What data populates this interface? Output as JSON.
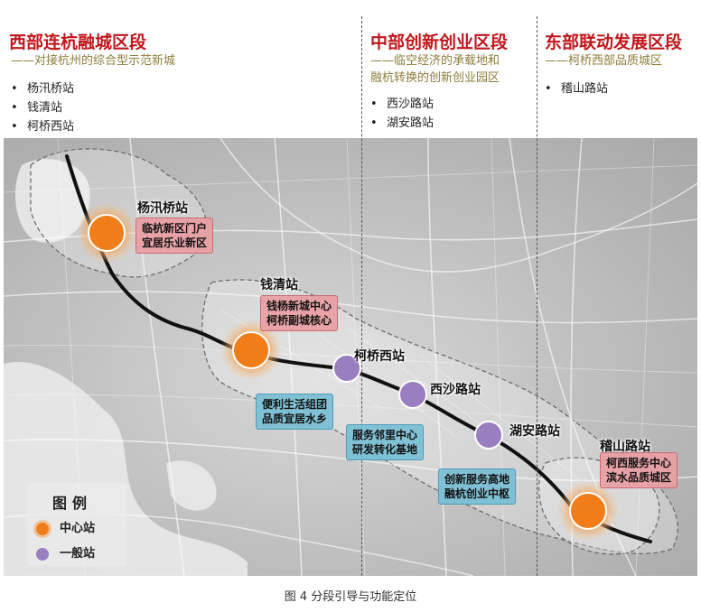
{
  "sections": [
    {
      "title": "西部连杭融城区段",
      "subtitle": [
        "——对接杭州的综合型示范新城"
      ],
      "stations": [
        "杨汛桥站",
        "钱清站",
        "柯桥西站"
      ]
    },
    {
      "title": "中部创新创业区段",
      "subtitle": [
        "——临空经济的承载地和",
        "融杭转换的创新创业园区"
      ],
      "stations": [
        "西沙路站",
        "湖安路站"
      ]
    },
    {
      "title": "东部联动发展区段",
      "subtitle": [
        "——柯桥西部品质城区"
      ],
      "stations": [
        "稽山路站"
      ]
    }
  ],
  "map_labels": {
    "yangxunqiao": "杨汛桥站",
    "qianqing": "钱清站",
    "keqiaoxi": "柯桥西站",
    "xishalu": "西沙路站",
    "huanlu": "湖安路站",
    "jishanlu": "稽山路站"
  },
  "function_boxes": {
    "yangxunqiao": [
      "临杭新区门户",
      "宜居乐业新区"
    ],
    "qianqing": [
      "钱杨新城中心",
      "柯桥副城核心"
    ],
    "shenghuo": [
      "便利生活组团",
      "品质宜居水乡"
    ],
    "fuwu": [
      "服务邻里中心",
      "研发转化基地"
    ],
    "chuangxin": [
      "创新服务高地",
      "融杭创业中枢"
    ],
    "jishan": [
      "柯西服务中心",
      "滨水品质城区"
    ]
  },
  "legend": {
    "title": "图例",
    "items": [
      {
        "label": "中心站",
        "color": "#f07d1a"
      },
      {
        "label": "一般站",
        "color": "#9a7fc0"
      }
    ]
  },
  "colors": {
    "section_title": "#c0161b",
    "subtitle": "#8b7d3a",
    "center_station": "#f07d1a",
    "general_station": "#9a7fc0",
    "pink_box": "#e89ea4",
    "teal_box": "#7abed4"
  },
  "caption": "图 4 分段引导与功能定位"
}
